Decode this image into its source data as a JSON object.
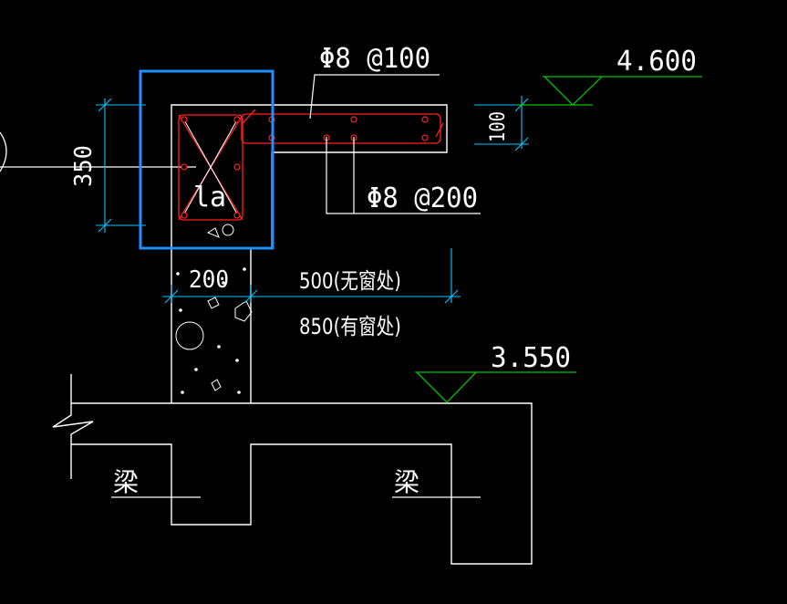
{
  "colors": {
    "background": "#000000",
    "linework": "#ffffff",
    "dimension": "#00c8ff",
    "rebar": "#ff2020",
    "level_mark": "#00c000",
    "selection": "#1e90ff"
  },
  "labels": {
    "rebar_top": "Φ8 @100",
    "rebar_bottom": "Φ8 @200",
    "anchor": "la",
    "level_upper": "4.600",
    "level_lower": "3.550",
    "dim_350": "350",
    "dim_100": "100",
    "dim_200": "200",
    "dim_500": "500(无窗处)",
    "dim_850": "850(有窗处)",
    "beam_left": "梁",
    "beam_right": "梁"
  }
}
